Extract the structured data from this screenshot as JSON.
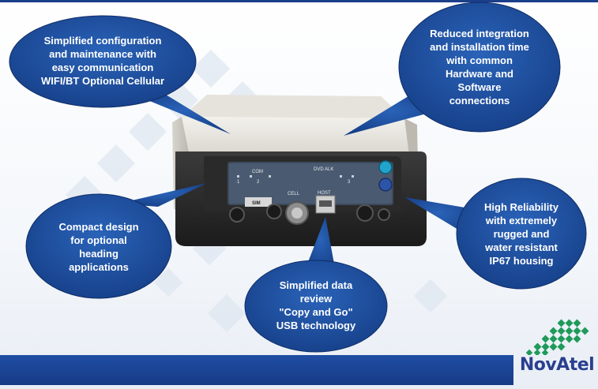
{
  "callouts": {
    "config": "Simplified configuration\nand maintenance with\neasy communication\nWIFI/BT Optional Cellular",
    "integration": "Reduced integration\nand installation time\nwith common\nHardware and\nSoftware\nconnections",
    "compact": "Compact design\nfor optional\nheading\napplications",
    "reliability": "High Reliability\nwith extremely\nrugged and\nwater resistant\nIP67 housing",
    "usb": "Simplified data\nreview\n\"Copy and Go\"\nUSB technology"
  },
  "device": {
    "com_label": "COM",
    "sim_label": "SIM",
    "cell_label": "CELL",
    "host_label": "HOST",
    "dvd_alk": "DVD ALK",
    "port_numbers": [
      "1",
      "2",
      "3"
    ]
  },
  "brand": {
    "name": "NovAtel"
  },
  "colors": {
    "bubble": "#1f4fa0",
    "bar": "#1c448f",
    "logo_green": "#1f9a5a"
  }
}
